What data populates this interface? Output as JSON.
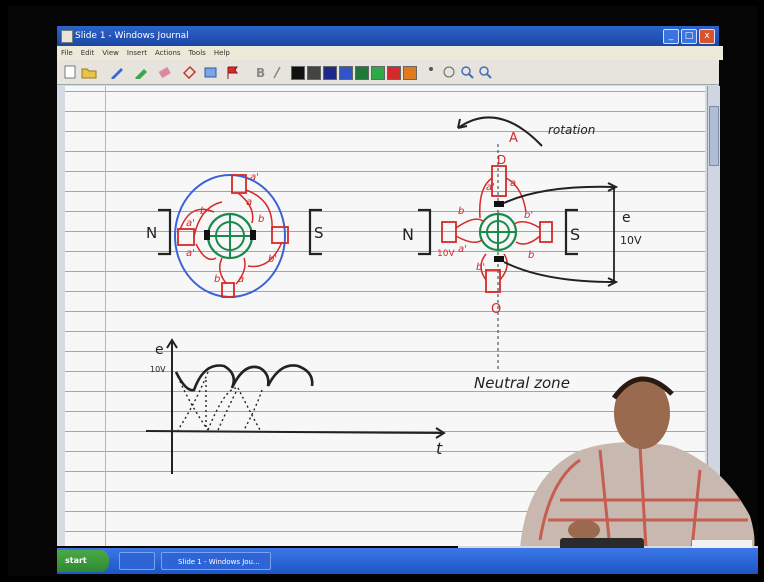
{
  "window": {
    "title": "Slide 1 - Windows Journal",
    "controls": {
      "minimize": "_",
      "maximize": "□",
      "close": "x"
    }
  },
  "menubar": {
    "items": [
      "File",
      "Edit",
      "View",
      "Insert",
      "Actions",
      "Tools",
      "Help"
    ]
  },
  "toolbar": {
    "pen_colors": [
      "#111111",
      "#444444",
      "#1e2a8a",
      "#2f55c8",
      "#1c7a36",
      "#2fa84a",
      "#d42a2a",
      "#e07a1e"
    ]
  },
  "diagram": {
    "left_motor": {
      "pole_north": "N",
      "pole_south": "S",
      "coil_labels": [
        "a'",
        "a",
        "b",
        "b'",
        "a'",
        "b",
        "a'",
        "b'",
        "a"
      ]
    },
    "right_motor": {
      "pole_north": "N",
      "pole_south": "S",
      "rotation_label": "rotation",
      "top_label": "A",
      "bottom_label": "O",
      "brush_top": "D",
      "emf_label": "e",
      "voltage_label": "10V",
      "left_coil_label": "10V",
      "coil_labels": [
        "a'",
        "a",
        "b",
        "b'",
        "a'",
        "b",
        "b'"
      ],
      "neutral_label": "Neutral zone"
    },
    "graph": {
      "y_label": "e",
      "y_tick": "10V",
      "x_label": "t"
    }
  },
  "taskbar": {
    "start_label": "start",
    "tasks": [
      "",
      "Slide 1 - Windows Jou..."
    ]
  }
}
